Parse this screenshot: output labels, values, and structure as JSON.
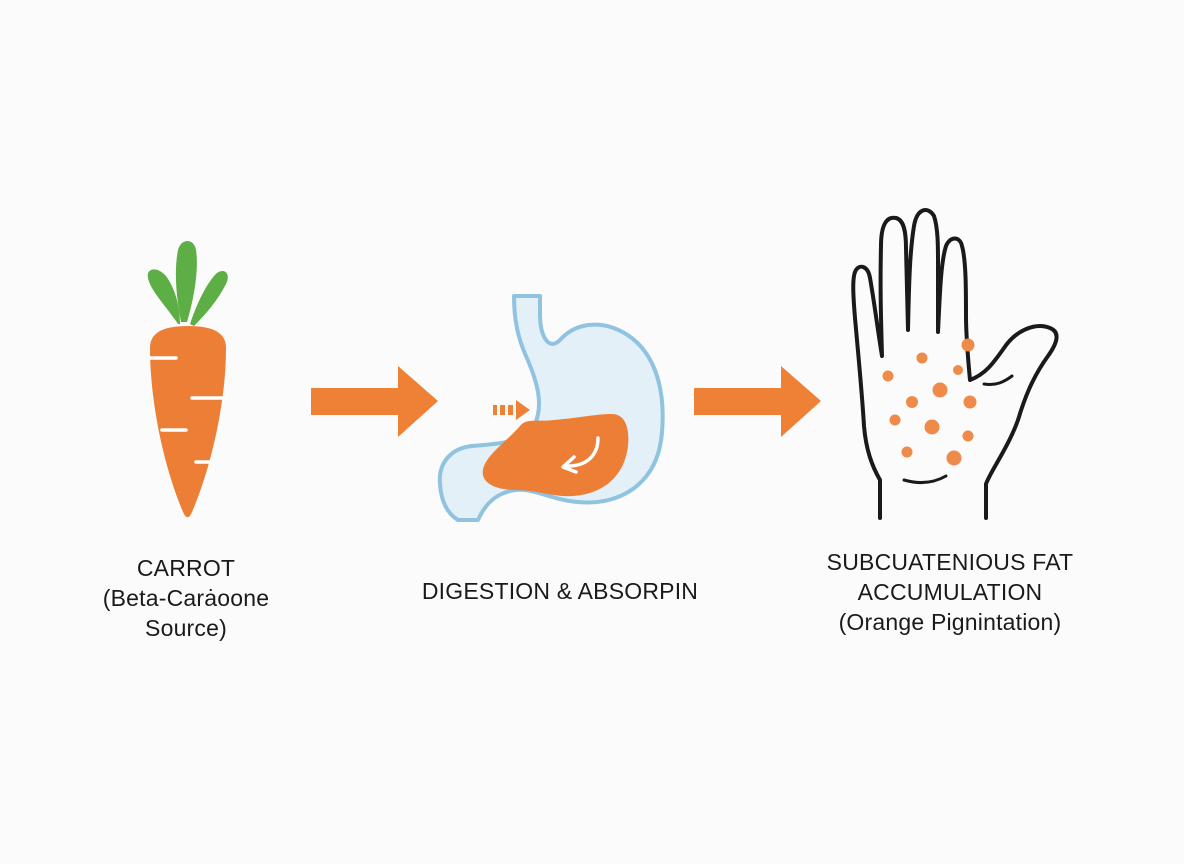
{
  "colors": {
    "background": "#fbfbfb",
    "carrot_orange": "#ec7f35",
    "leaf_green": "#5daf45",
    "arrow_orange": "#ee8136",
    "stomach_outline": "#8fc3e0",
    "stomach_fill": "#e3f0f8",
    "skin_outline": "#1a1a1a",
    "pigment_dots": "#ee8a4a",
    "text": "#1a1a1a"
  },
  "stages": [
    {
      "icon": "carrot-icon",
      "lines": [
        "CARROT",
        "(Beta-Carȧoone",
        "Source)"
      ]
    },
    {
      "icon": "stomach-icon",
      "lines": [
        "DIGESTION & ABSORPIN"
      ]
    },
    {
      "icon": "hand-icon",
      "lines": [
        "SUBCUATENIOUS FAT",
        "ACCUMULATION",
        "(Orange Pignintation)"
      ]
    }
  ],
  "connectors": [
    {
      "icon": "arrow-right-icon"
    },
    {
      "icon": "arrow-right-icon"
    }
  ]
}
